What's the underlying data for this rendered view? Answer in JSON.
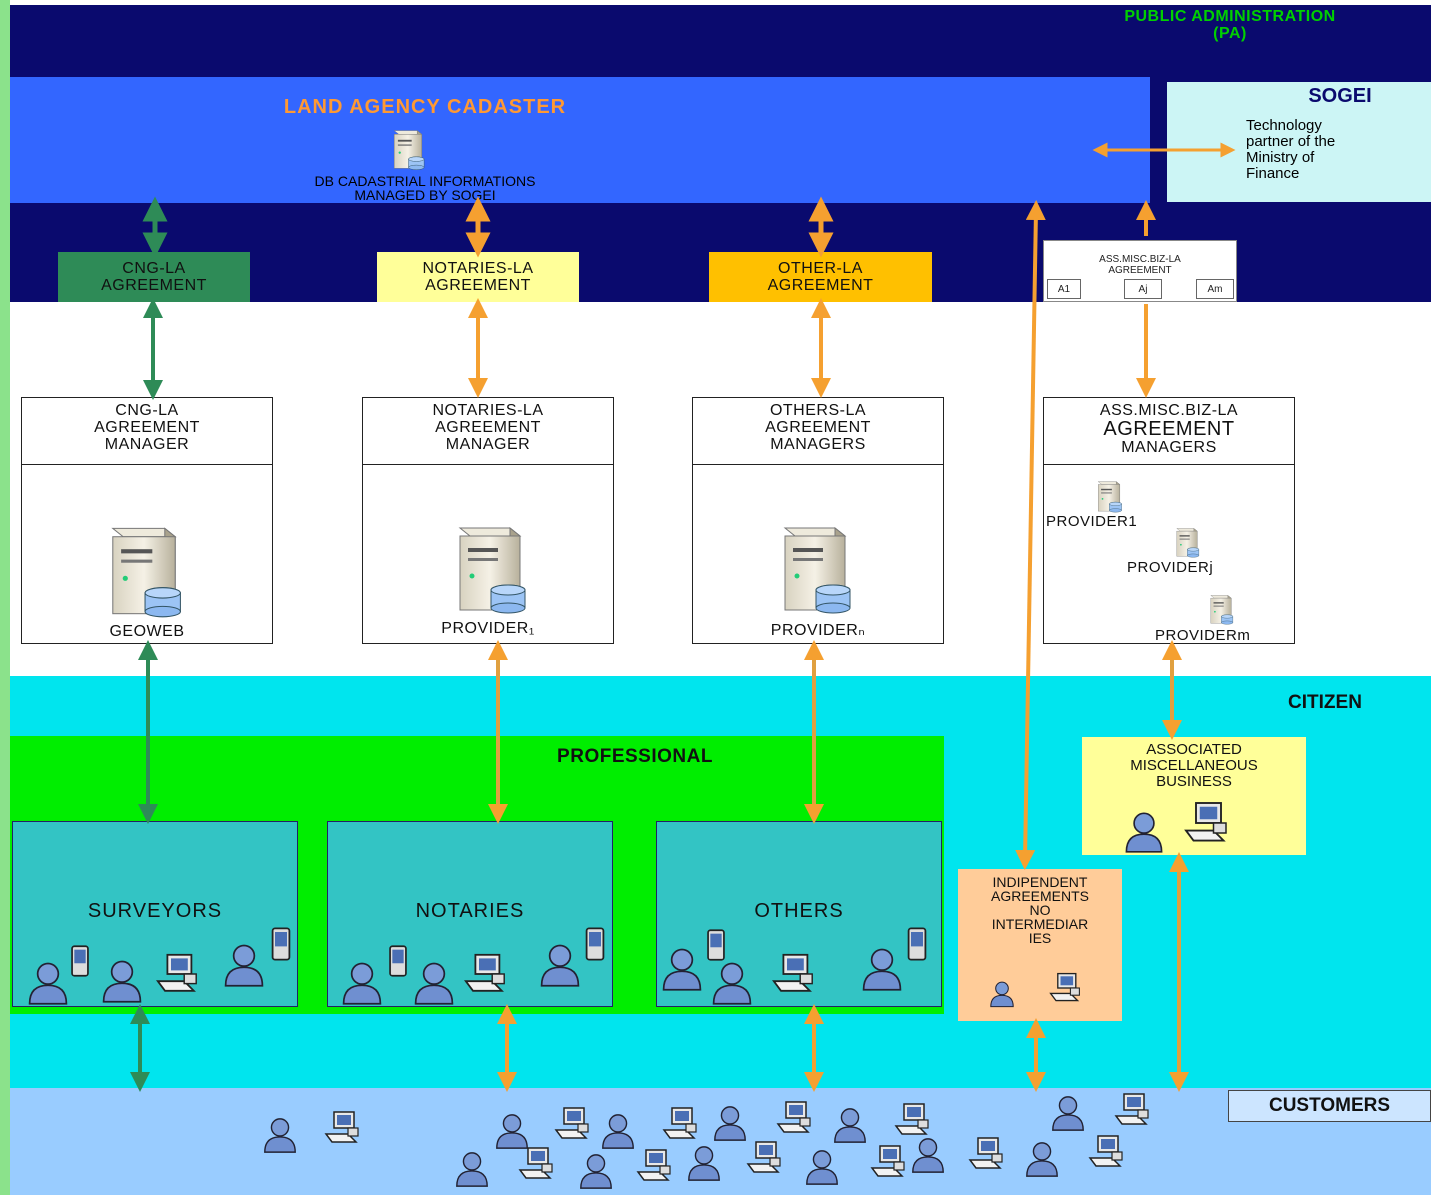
{
  "pa": {
    "label_line1": "PUBLIC ADMINISTRATION",
    "label_line2": "(PA)"
  },
  "land_agency": {
    "title": "LAND AGENCY CADASTER",
    "db_line1": "DB CADASTRIAL INFORMATIONS",
    "db_line2": "MANAGED BY SOGEI"
  },
  "sogei": {
    "title": "SOGEI",
    "desc_line1": "Technology",
    "desc_line2": "partner of the",
    "desc_line3": "Ministry of",
    "desc_line4": "Finance"
  },
  "agreements": {
    "cng": {
      "line1": "CNG-LA",
      "line2": "AGREEMENT"
    },
    "notaries": {
      "line1": "NOTARIES-LA",
      "line2": "AGREEMENT"
    },
    "other": {
      "line1": "OTHER-LA",
      "line2": "AGREEMENT"
    },
    "ass": {
      "line1": "ASS.MISC.BIZ-LA",
      "line2": "AGREEMENT",
      "cells": [
        "A1",
        "Aj",
        "Am"
      ]
    }
  },
  "managers": {
    "cng": {
      "line1": "CNG-LA",
      "line2": "AGREEMENT",
      "line3": "MANAGER",
      "server": "GEOWEB"
    },
    "notaries": {
      "line1": "NOTARIES-LA",
      "line2": "AGREEMENT",
      "line3": "MANAGER",
      "server": "PROVIDER₁"
    },
    "others": {
      "line1": "OTHERS-LA",
      "line2": "AGREEMENT",
      "line3": "MANAGERS",
      "server": "PROVIDERₙ"
    },
    "ass": {
      "line1": "ASS.MISC.BIZ-LA",
      "line2": "AGREEMENT",
      "line3": "MANAGERS",
      "providers": [
        "PROVIDER1",
        "PROVIDERj",
        "PROVIDERm"
      ]
    }
  },
  "citizen": {
    "label": "CITIZEN"
  },
  "professional": {
    "label": "PROFESSIONAL",
    "groups": [
      "SURVEYORS",
      "NOTARIES",
      "OTHERS"
    ]
  },
  "associated": {
    "line1": "ASSOCIATED",
    "line2": "MISCELLANEOUS",
    "line3": "BUSINESS"
  },
  "independent": {
    "line1": "INDIPENDENT",
    "line2": "AGREEMENTS",
    "line3": "NO",
    "line4": "INTERMEDIAR",
    "line5": "IES"
  },
  "customers": {
    "label": "CUSTOMERS"
  },
  "colors": {
    "navy": "#0a0a6e",
    "blue": "#3366ff",
    "green_arrow": "#2e8b57",
    "orange_arrow": "#f5a030",
    "citizen": "#00e5ee",
    "professional": "#00ee00",
    "customers": "#99ccff"
  }
}
